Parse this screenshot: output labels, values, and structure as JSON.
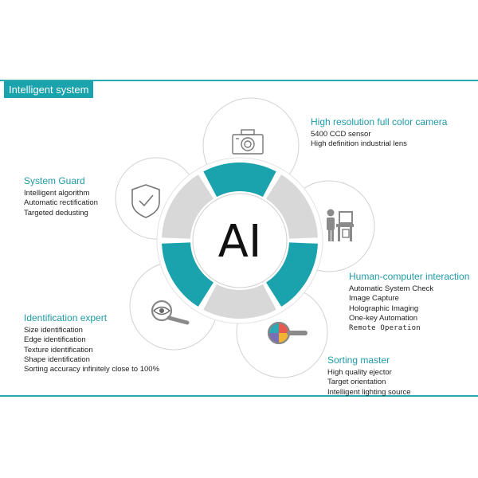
{
  "header": {
    "title": "Intelligent system"
  },
  "center": {
    "label": "AI"
  },
  "colors": {
    "accent": "#1aa2ad",
    "grey_segment": "#d8d8d8",
    "circle_stroke": "#cfcfcf",
    "text": "#222222"
  },
  "features": {
    "camera": {
      "icon": "camera-icon",
      "title": "High resolution full color camera",
      "items": [
        "5400 CCD sensor",
        "High definition industrial lens"
      ]
    },
    "guard": {
      "icon": "shield-check-icon",
      "title": "System Guard",
      "items": [
        "Intelligent algorithm",
        "Automatic rectification",
        "Targeted dedusting"
      ]
    },
    "hci": {
      "icon": "operator-workstation-icon",
      "title": "Human-computer interaction",
      "items": [
        "Automatic System Check",
        "Image Capture",
        "Holographic Imaging",
        "One-key Automation",
        "Remote Operation"
      ]
    },
    "identification": {
      "icon": "eye-magnifier-icon",
      "title": "Identification expert",
      "items": [
        "Size identification",
        "Edge identification",
        "Texture identification",
        "Shape identification",
        "Sorting accuracy infinitely close to 100%"
      ]
    },
    "sorting": {
      "icon": "color-magnifier-icon",
      "title": "Sorting master",
      "items": [
        "High quality ejector",
        "Target orientation",
        "Intelligent lighting source"
      ]
    }
  }
}
